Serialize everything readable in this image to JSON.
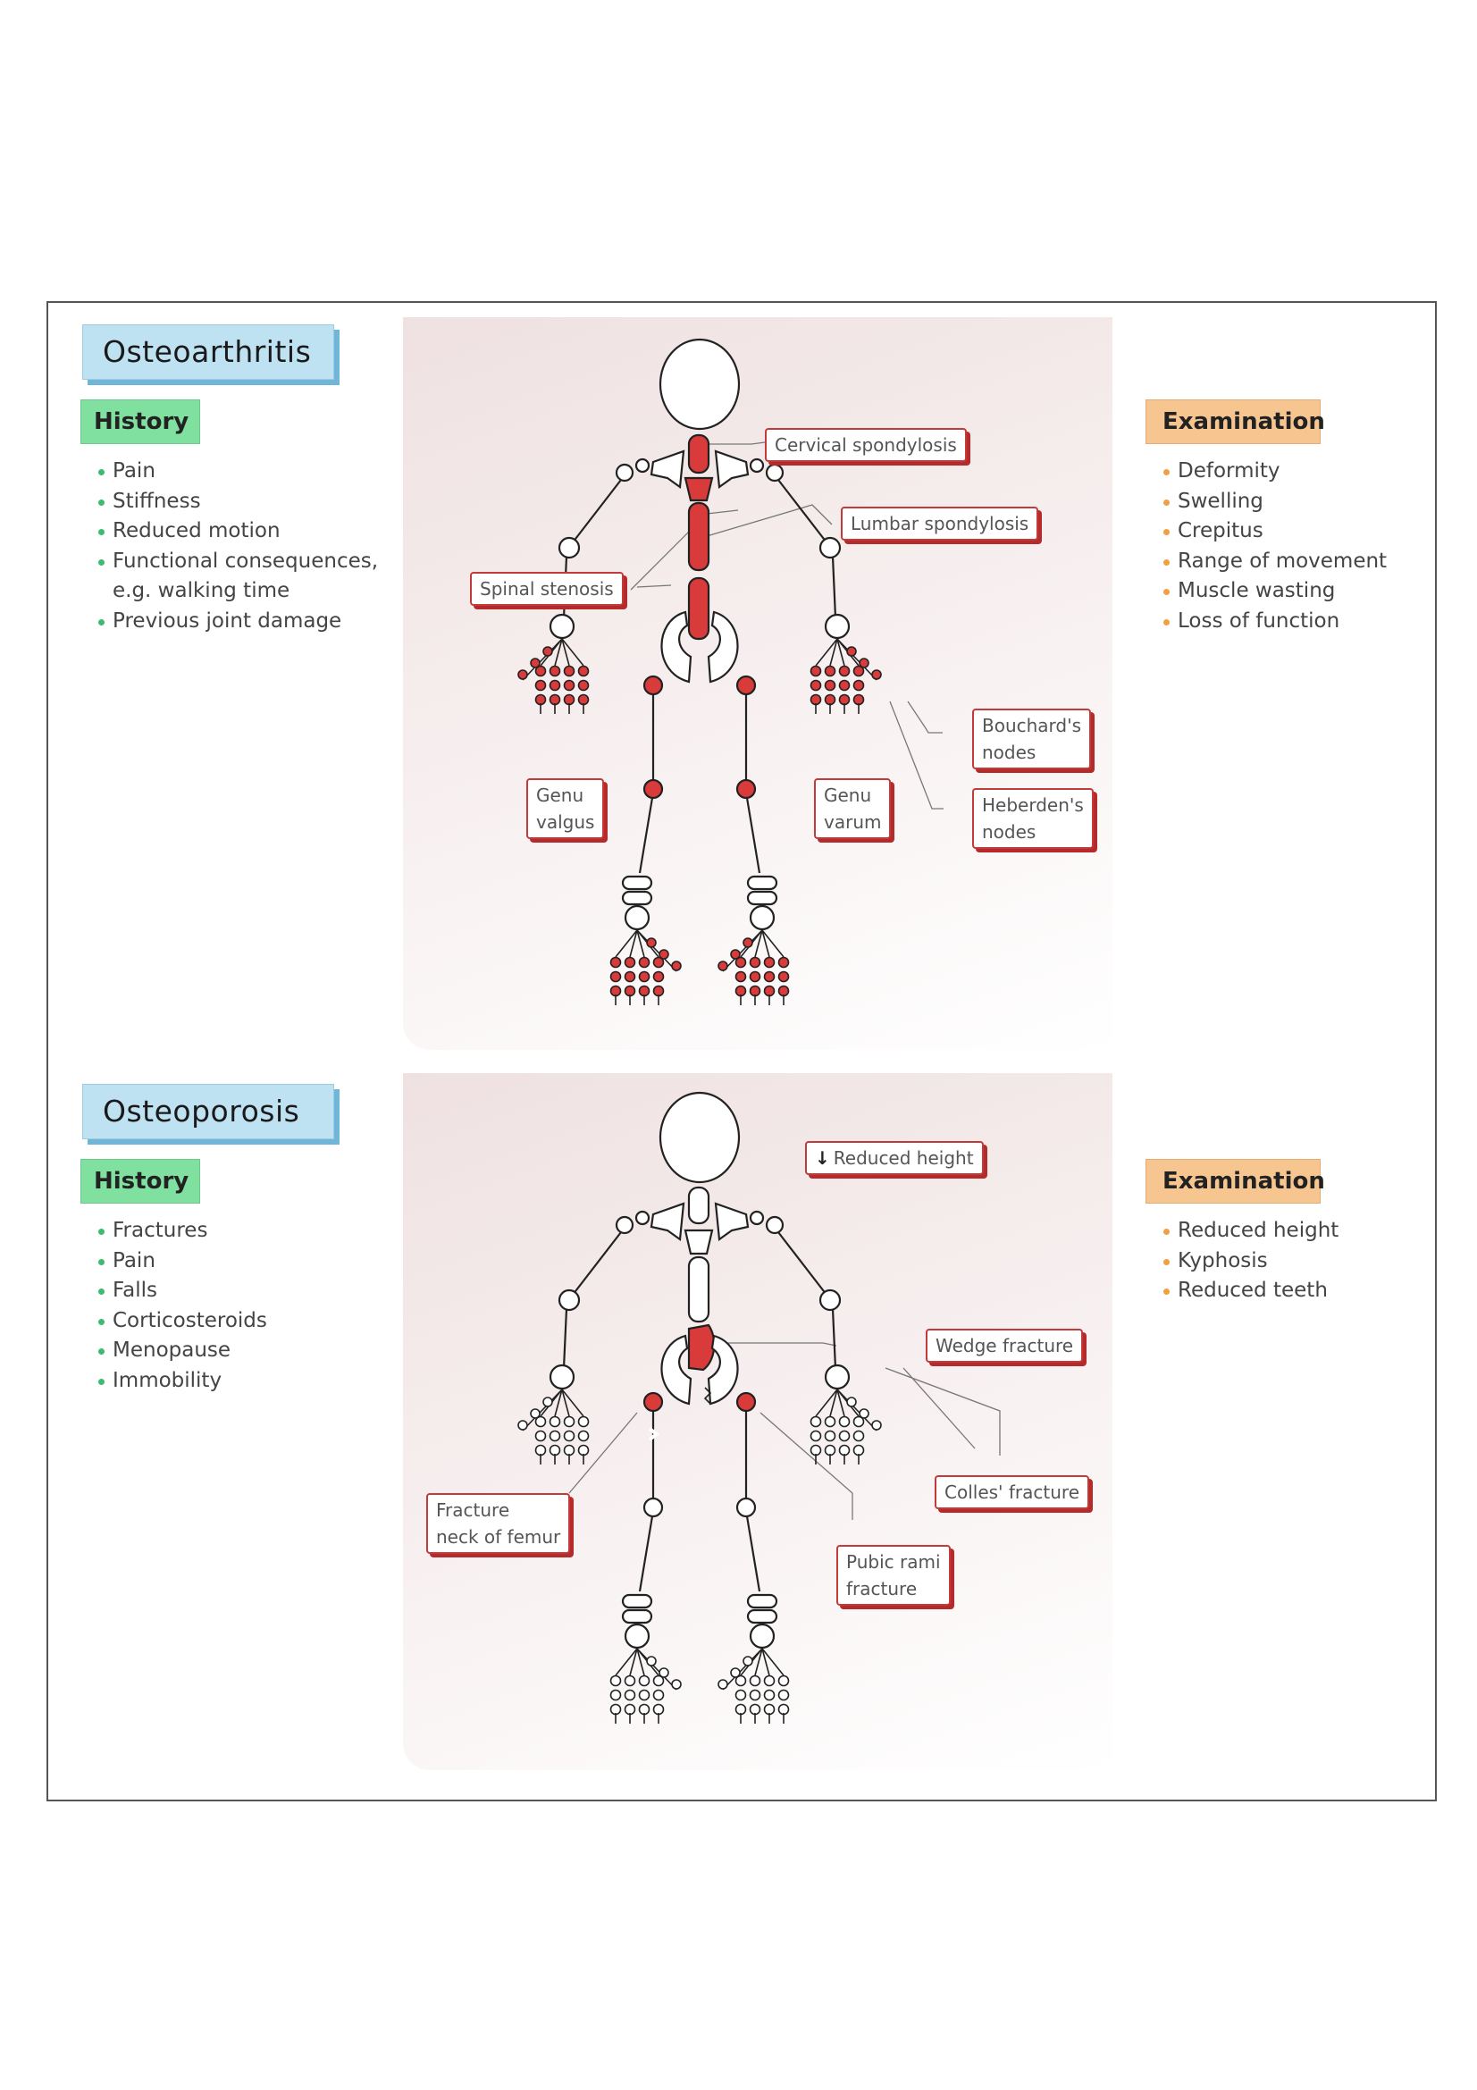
{
  "osteoarthritis": {
    "title": "Osteoarthritis",
    "history_label": "History",
    "history_items": [
      "Pain",
      "Stiffness",
      "Reduced motion",
      "Functional consequences,\ne.g. walking time",
      "Previous joint damage"
    ],
    "examination_label": "Examination",
    "examination_items": [
      "Deformity",
      "Swelling",
      "Crepitus",
      "Range of movement",
      "Muscle wasting",
      "Loss of function"
    ],
    "callouts": {
      "cervical": "Cervical spondylosis",
      "lumbar": "Lumbar spondylosis",
      "spinal": "Spinal stenosis",
      "bouchard": "Bouchard's\nnodes",
      "heberden": "Heberden's\nnodes",
      "genu_valgus": "Genu\nvalgus",
      "genu_varum": "Genu\nvarum"
    }
  },
  "osteoporosis": {
    "title": "Osteoporosis",
    "history_label": "History",
    "history_items": [
      "Fractures",
      "Pain",
      "Falls",
      "Corticosteroids",
      "Menopause",
      "Immobility"
    ],
    "examination_label": "Examination",
    "examination_items": [
      "Reduced height",
      "Kyphosis",
      "Reduced teeth"
    ],
    "callouts": {
      "reduced_height": "Reduced height",
      "reduced_height_arrow": "↓",
      "wedge": "Wedge fracture",
      "colles": "Colles' fracture",
      "femur": "Fracture\nneck of femur",
      "pubic": "Pubic rami\nfracture"
    }
  },
  "colors": {
    "highlight": "#d93a3a",
    "outline": "#222222",
    "callout_border": "#c23a3a"
  }
}
